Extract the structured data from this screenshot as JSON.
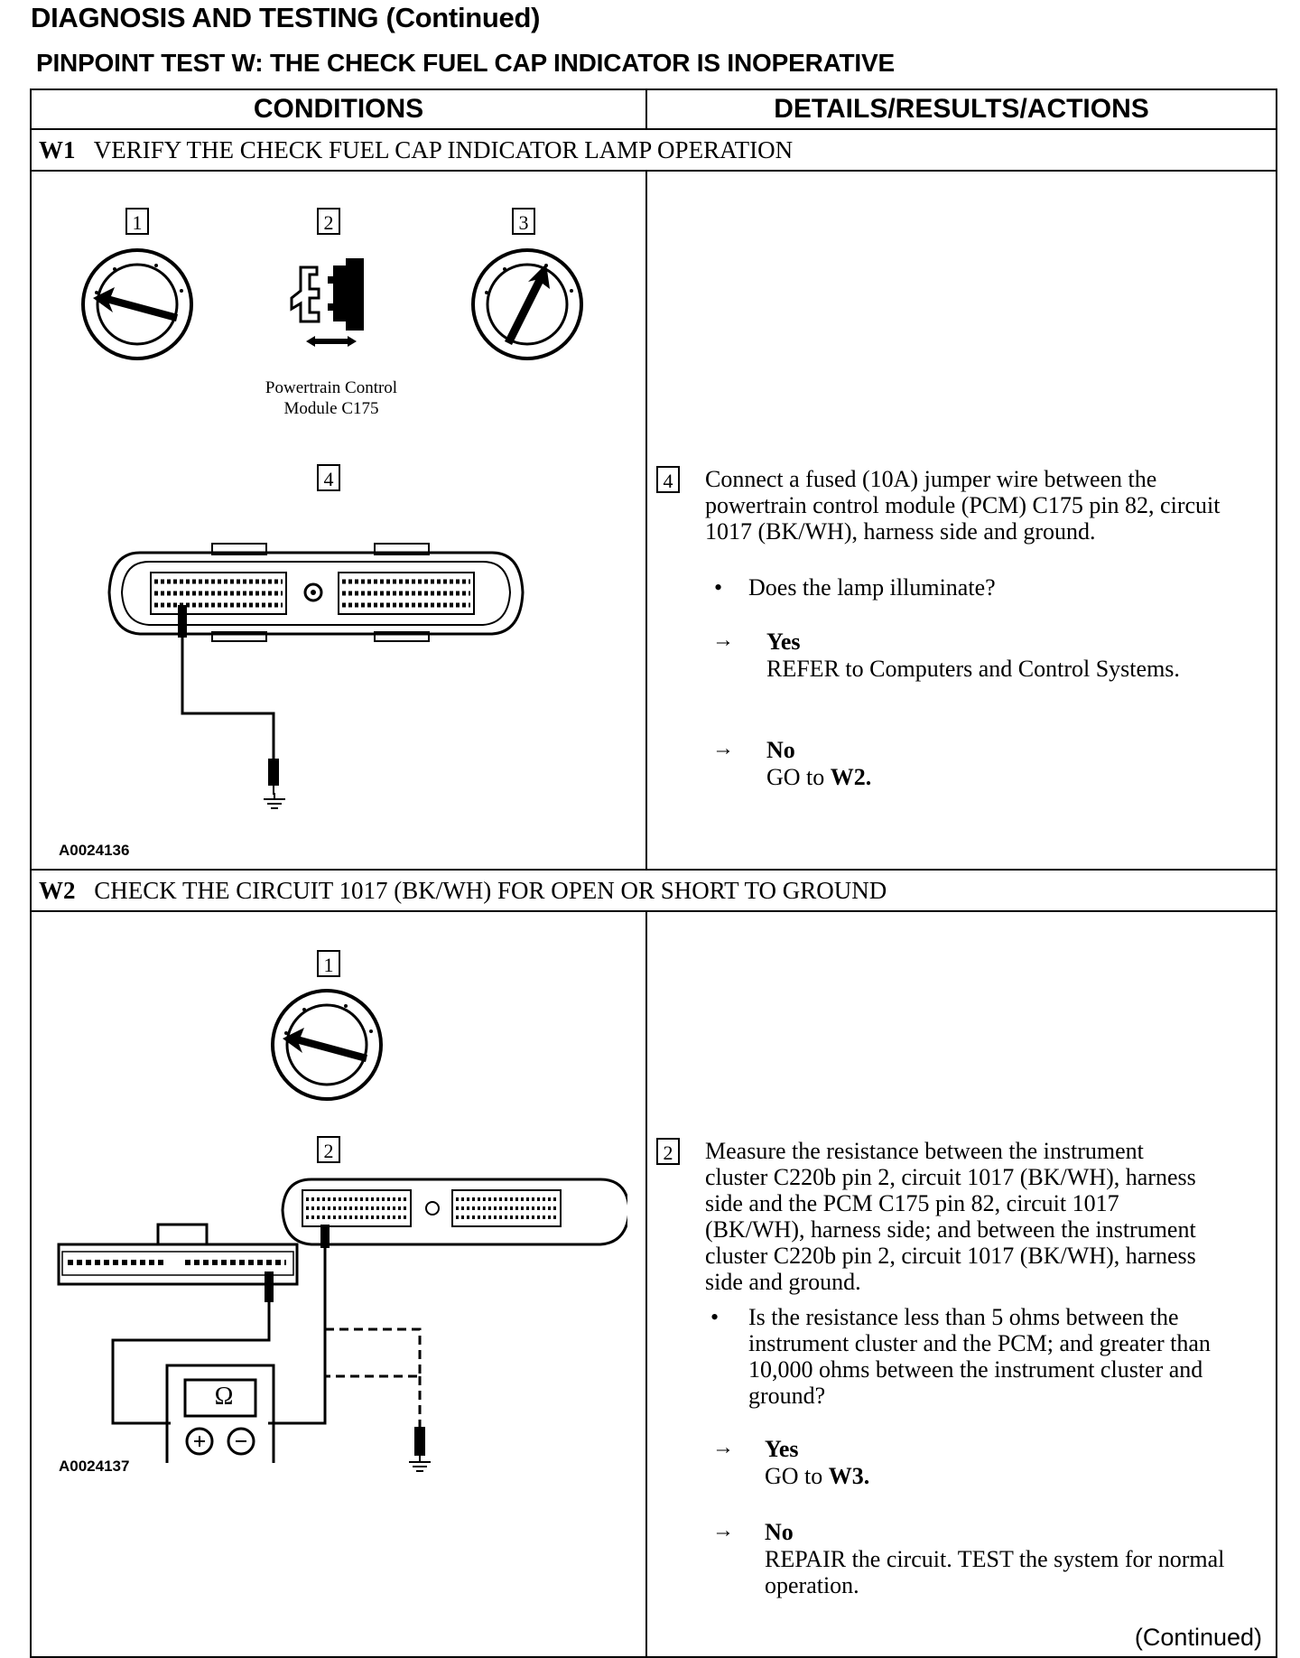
{
  "header": {
    "title": "DIAGNOSIS AND TESTING (Continued)",
    "subtitle": "PINPOINT TEST W: THE CHECK FUEL CAP INDICATOR IS INOPERATIVE",
    "col_conditions": "CONDITIONS",
    "col_details": "DETAILS/RESULTS/ACTIONS"
  },
  "w1": {
    "id": "W1",
    "title": "VERIFY THE CHECK FUEL CAP INDICATOR LAMP OPERATION",
    "callouts": [
      "1",
      "2",
      "3",
      "4"
    ],
    "pcm_caption_line1": "Powertrain Control",
    "pcm_caption_line2": "Module C175",
    "figure_id": "A0024136",
    "step4_num": "4",
    "step4_text": "Connect a fused (10A) jumper wire between the powertrain control module (PCM) C175 pin 82, circuit 1017 (BK/WH), harness side and ground.",
    "question": "Does the lamp illuminate?",
    "yes_label": "Yes",
    "yes_action": "REFER to Computers and Control Systems.",
    "no_label": "No",
    "no_action_prefix": "GO to ",
    "no_action_target": "W2."
  },
  "w2": {
    "id": "W2",
    "title": "CHECK THE CIRCUIT 1017 (BK/WH) FOR OPEN OR SHORT TO GROUND",
    "callouts": [
      "1",
      "2"
    ],
    "meter_symbol": "Ω",
    "figure_id": "A0024137",
    "step2_num": "2",
    "step2_text": "Measure the resistance between the instrument cluster C220b pin 2, circuit 1017 (BK/WH), harness side and the PCM C175 pin 82, circuit 1017 (BK/WH), harness side; and between the instrument cluster C220b pin 2, circuit 1017 (BK/WH), harness side and ground.",
    "question": "Is the resistance less than 5 ohms between the instrument cluster and the PCM; and greater than 10,000 ohms between the instrument cluster and ground?",
    "yes_label": "Yes",
    "yes_action_prefix": "GO to ",
    "yes_action_target": "W3.",
    "no_label": "No",
    "no_action": "REPAIR the circuit. TEST the system for normal operation."
  },
  "footer": {
    "continued": "(Continued)"
  },
  "icons": {
    "arrow": "right-arrow-icon",
    "bullet": "bullet-icon",
    "ground": "ground-symbol-icon",
    "ignition": "ignition-switch-icon"
  }
}
